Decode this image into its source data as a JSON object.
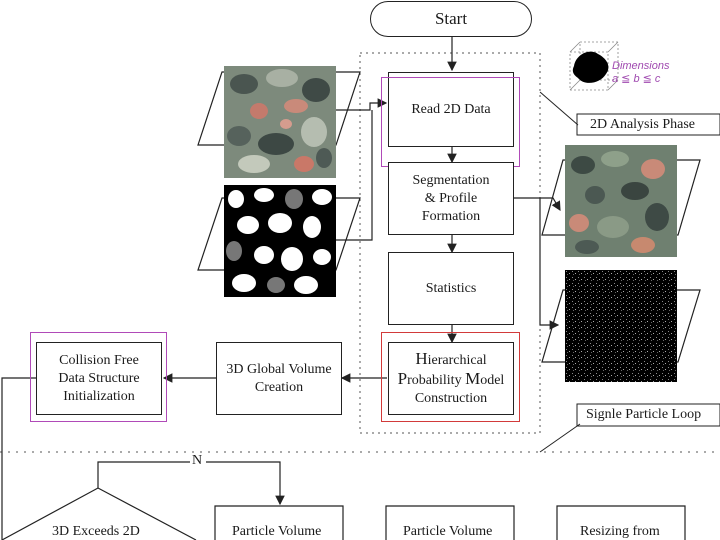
{
  "nodes": {
    "start": "Start",
    "read_2d": "Read 2D Data",
    "segmentation": "Segmentation\n& Profile\nFormation",
    "statistics": "Statistics",
    "hpm_line1_initial": "H",
    "hpm_line1_rest": "ierarchical",
    "hpm_line2_p": "P",
    "hpm_line2_mid": "robability ",
    "hpm_line2_m": "M",
    "hpm_line2_rest": "odel",
    "hpm_line3": "Construction",
    "global_volume": "3D Global Volume\nCreation",
    "collision_free": "Collision Free\nData Structure\nInitialization",
    "exceeds": "3D Exceeds 2D",
    "particle_volume_1": "Particle Volume",
    "particle_volume_2": "Particle Volume",
    "resizing": "Resizing from"
  },
  "labels": {
    "analysis_phase": "2D Analysis Phase",
    "particle_loop": "Signle Particle Loop",
    "branch_n": "N",
    "dimensions": "Dimensions",
    "dim_relation": "a ≦ b ≦ c"
  },
  "colors": {
    "highlight_purple": "#b04ab8",
    "highlight_red": "#d23a3a",
    "line": "#222222"
  }
}
